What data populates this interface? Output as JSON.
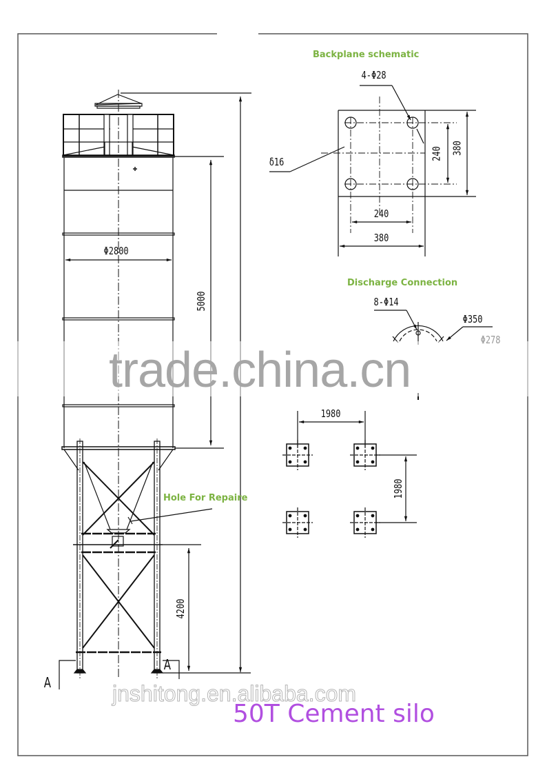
{
  "drawing": {
    "title": "50T Cement silo",
    "colors": {
      "line": "#111111",
      "label_green": "#7cb342",
      "title_purple": "#b14fe0",
      "watermark": "#a6a6a6"
    },
    "watermarks": {
      "center": "trade.china.cn",
      "bottom": "jnshitong.en.alibaba.com"
    },
    "elevation": {
      "diameter": "Φ2800",
      "cylinder_height": "5000",
      "leg_height": "4200",
      "section_marker_left": "A",
      "section_marker_right": "A",
      "callout_hole": "Hole For Repaire"
    },
    "backplane": {
      "heading": "Backplane schematic",
      "holes": "4-Φ28",
      "thickness": "δ16",
      "inner_v": "240",
      "outer_v": "380",
      "inner_h": "240",
      "outer_h": "380"
    },
    "discharge": {
      "heading": "Discharge Connection",
      "bolts": "8-Φ14",
      "outer_dia": "Φ350",
      "pcd": "Φ278"
    },
    "foundation": {
      "spacing_h": "1980",
      "spacing_v": "1980"
    }
  }
}
